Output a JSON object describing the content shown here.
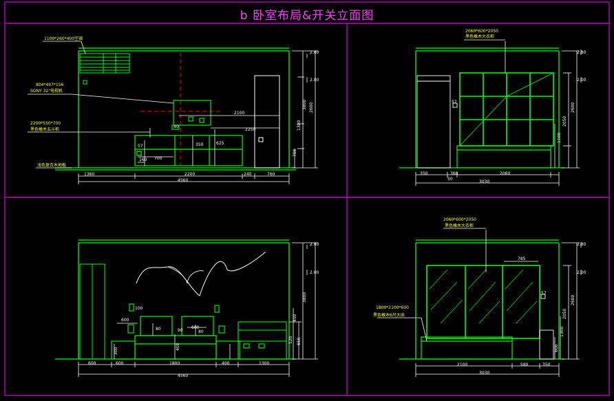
{
  "title": "b 卧室布局&开关立面图",
  "colors": {
    "frame": "#c000c0",
    "green": "#00ff00",
    "white": "#ffffff",
    "yellow": "#ffff00",
    "red": "#ff0000",
    "cyan": "#00ffff"
  },
  "panel_tl": {
    "label_ac": "1100*260*400空调",
    "label_tv_dims": "804*497*156",
    "label_tv": "SONY 32\"电视机",
    "label_cab_dims": "2200*550*700",
    "label_cab": "黑色橡木五斗柜",
    "label_floor": "浅色复合木地板",
    "dim_2100": "2100",
    "dim_2250": "2250",
    "dim_700": "700",
    "dim_57": "57",
    "dim_350": "350",
    "dim_625": "625",
    "dim_160": "160",
    "dim_40": "40",
    "dim_v_3800": "3800",
    "dim_v_2600": "2600",
    "dim_v_1300": "1300",
    "dim_v_700": "700",
    "dim_b_1360": "1360",
    "dim_b_2200": "2200",
    "dim_b_240": "240",
    "dim_b_760": "760",
    "dim_b_4560": "4560",
    "dim_r_280": "2.80",
    "dim_r_200": "2.00"
  },
  "panel_tr": {
    "label_wardrobe_dims": "2060*600*2050",
    "label_wardrobe": "黑色橡木大衣柜",
    "dim_57": "57",
    "dim_v_2050": "2050",
    "dim_v_2600": "2600",
    "dim_v_1100": "1100",
    "dim_b_350": "350",
    "dim_b_360": "360",
    "dim_b_2060": "2060",
    "dim_b_50": "50",
    "dim_b_3030": "3030",
    "dim_r_280": "2.80",
    "dim_r_200": "2.00"
  },
  "panel_bl": {
    "dim_100": "100",
    "dim_600a": "600",
    "dim_600b": "600",
    "dim_80a": "80",
    "dim_80b": "80",
    "dim_90": "90",
    "dim_v_450": "450",
    "dim_v_3800": "3800",
    "dim_v_520": "520",
    "dim_v_650": "650",
    "dim_v_400": "400",
    "dim_v_300": "300",
    "dim_b_600": "600",
    "dim_b_600b": "600",
    "dim_b_1800": "1800",
    "dim_b_400": "400",
    "dim_b_1300": "1300",
    "dim_b_4560": "4560",
    "dim_r_280": "2.80",
    "dim_r_200": "2.00"
  },
  "panel_br": {
    "label_wardrobe_dims": "2060*600*2050",
    "label_wardrobe": "黑色橡木大衣柜",
    "label_bed_dims": "1800*2100*600",
    "label_bed": "黑色橡木6尺大床",
    "dim_785": "785",
    "dim_57": "57",
    "dim_v_2050": "2050",
    "dim_v_2600": "2600",
    "dim_v_1300": "1300",
    "dim_v_600": "600",
    "dim_b_2100": "2100",
    "dim_b_580": "580",
    "dim_b_350": "350",
    "dim_b_3030": "3030",
    "dim_r_280": "2.80",
    "dim_r_200": "2.00"
  }
}
